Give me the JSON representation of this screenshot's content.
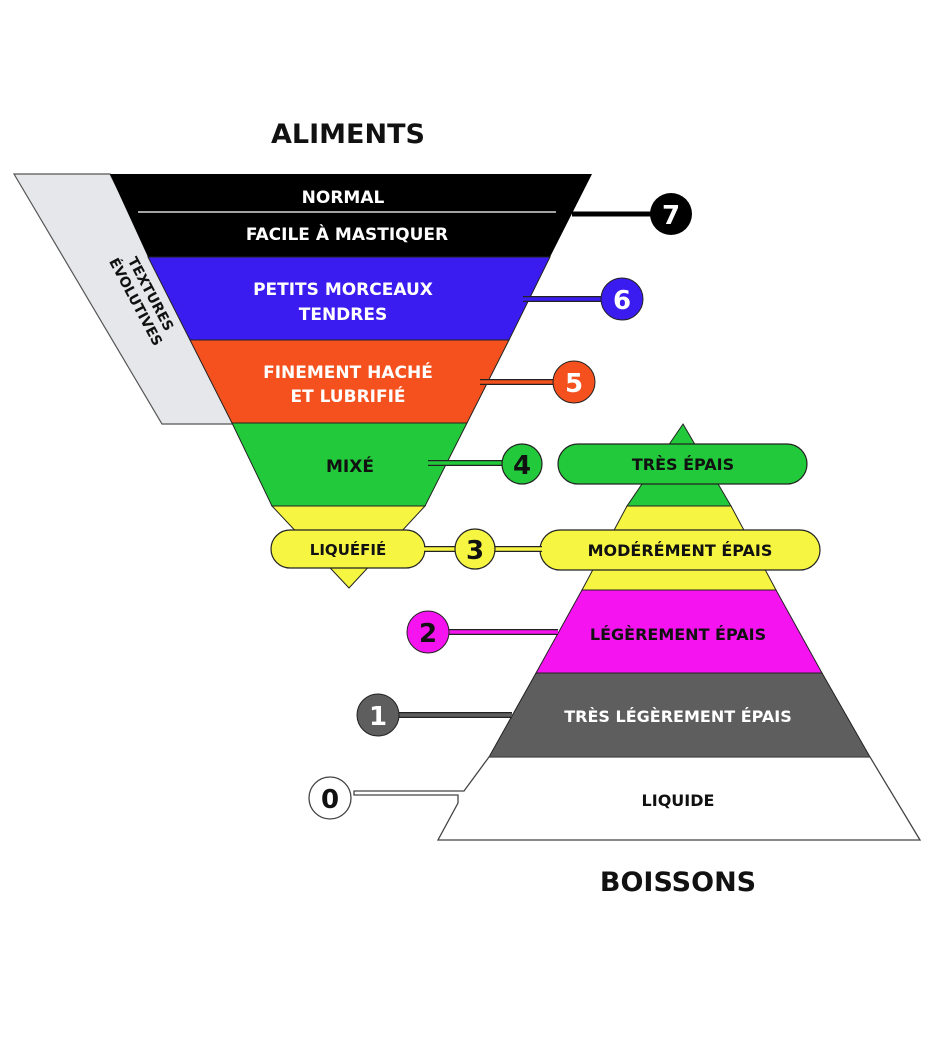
{
  "titles": {
    "top": "ALIMENTS",
    "bottom": "BOISSONS",
    "side_line1": "TEXTURES",
    "side_line2": "ÉVOLUTIVES"
  },
  "foods": [
    {
      "level": "7",
      "lines": [
        "NORMAL",
        "FACILE À MASTIQUER"
      ],
      "color": "#000000",
      "text_color": "#ffffff"
    },
    {
      "level": "6",
      "lines": [
        "PETITS MORCEAUX",
        "TENDRES"
      ],
      "color": "#3b1cf0",
      "text_color": "#ffffff"
    },
    {
      "level": "5",
      "lines": [
        "FINEMENT HACHÉ",
        "ET LUBRIFIÉ"
      ],
      "color": "#f4511e",
      "text_color": "#ffffff"
    },
    {
      "level": "4",
      "lines": [
        "MIXÉ"
      ],
      "color": "#22c93a",
      "text_color": "#111111"
    },
    {
      "level": "3",
      "lines": [
        "LIQUÉFIÉ"
      ],
      "color": "#f5f542",
      "text_color": "#111111"
    }
  ],
  "drinks": [
    {
      "level": "4",
      "label": "TRÈS ÉPAIS",
      "color": "#22c93a",
      "text_color": "#111111"
    },
    {
      "level": "3",
      "label": "MODÉRÉMENT ÉPAIS",
      "color": "#f5f542",
      "text_color": "#111111"
    },
    {
      "level": "2",
      "label": "LÉGÈREMENT ÉPAIS",
      "color": "#f514f0",
      "text_color": "#111111"
    },
    {
      "level": "1",
      "label": "TRÈS LÉGÈREMENT ÉPAIS",
      "color": "#5e5e5e",
      "text_color": "#ffffff"
    },
    {
      "level": "0",
      "label": "LIQUIDE",
      "color": "#ffffff",
      "text_color": "#111111"
    }
  ],
  "side_panel_color": "#e6e7ea"
}
